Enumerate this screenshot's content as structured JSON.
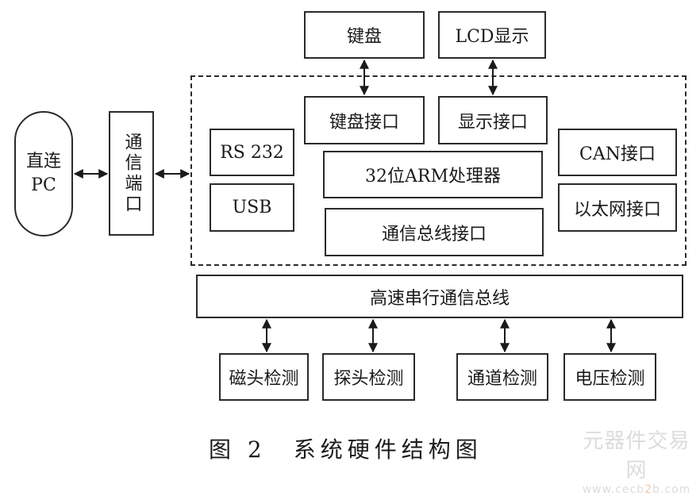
{
  "left": {
    "pc": "直连PC",
    "pc_line1": "直连",
    "pc_line2": "PC",
    "comm_port": "通信端口"
  },
  "top": {
    "keyboard": "键盘",
    "lcd": "LCD显示"
  },
  "board": {
    "keyboard_if": "键盘接口",
    "display_if": "显示接口",
    "rs232": "RS 232",
    "usb": "USB",
    "cpu": "32位ARM处理器",
    "bus_if": "通信总线接口",
    "can_if": "CAN接口",
    "eth_if": "以太网接口"
  },
  "bus": "高速串行通信总线",
  "detectors": [
    "磁头检测",
    "探头检测",
    "通道检测",
    "电压检测"
  ],
  "caption": "图 2　系统硬件结构图",
  "watermark": {
    "title": "元器件交易网",
    "url_pre": "www.cecb",
    "url_mid": "2",
    "url_post": "b.com"
  }
}
